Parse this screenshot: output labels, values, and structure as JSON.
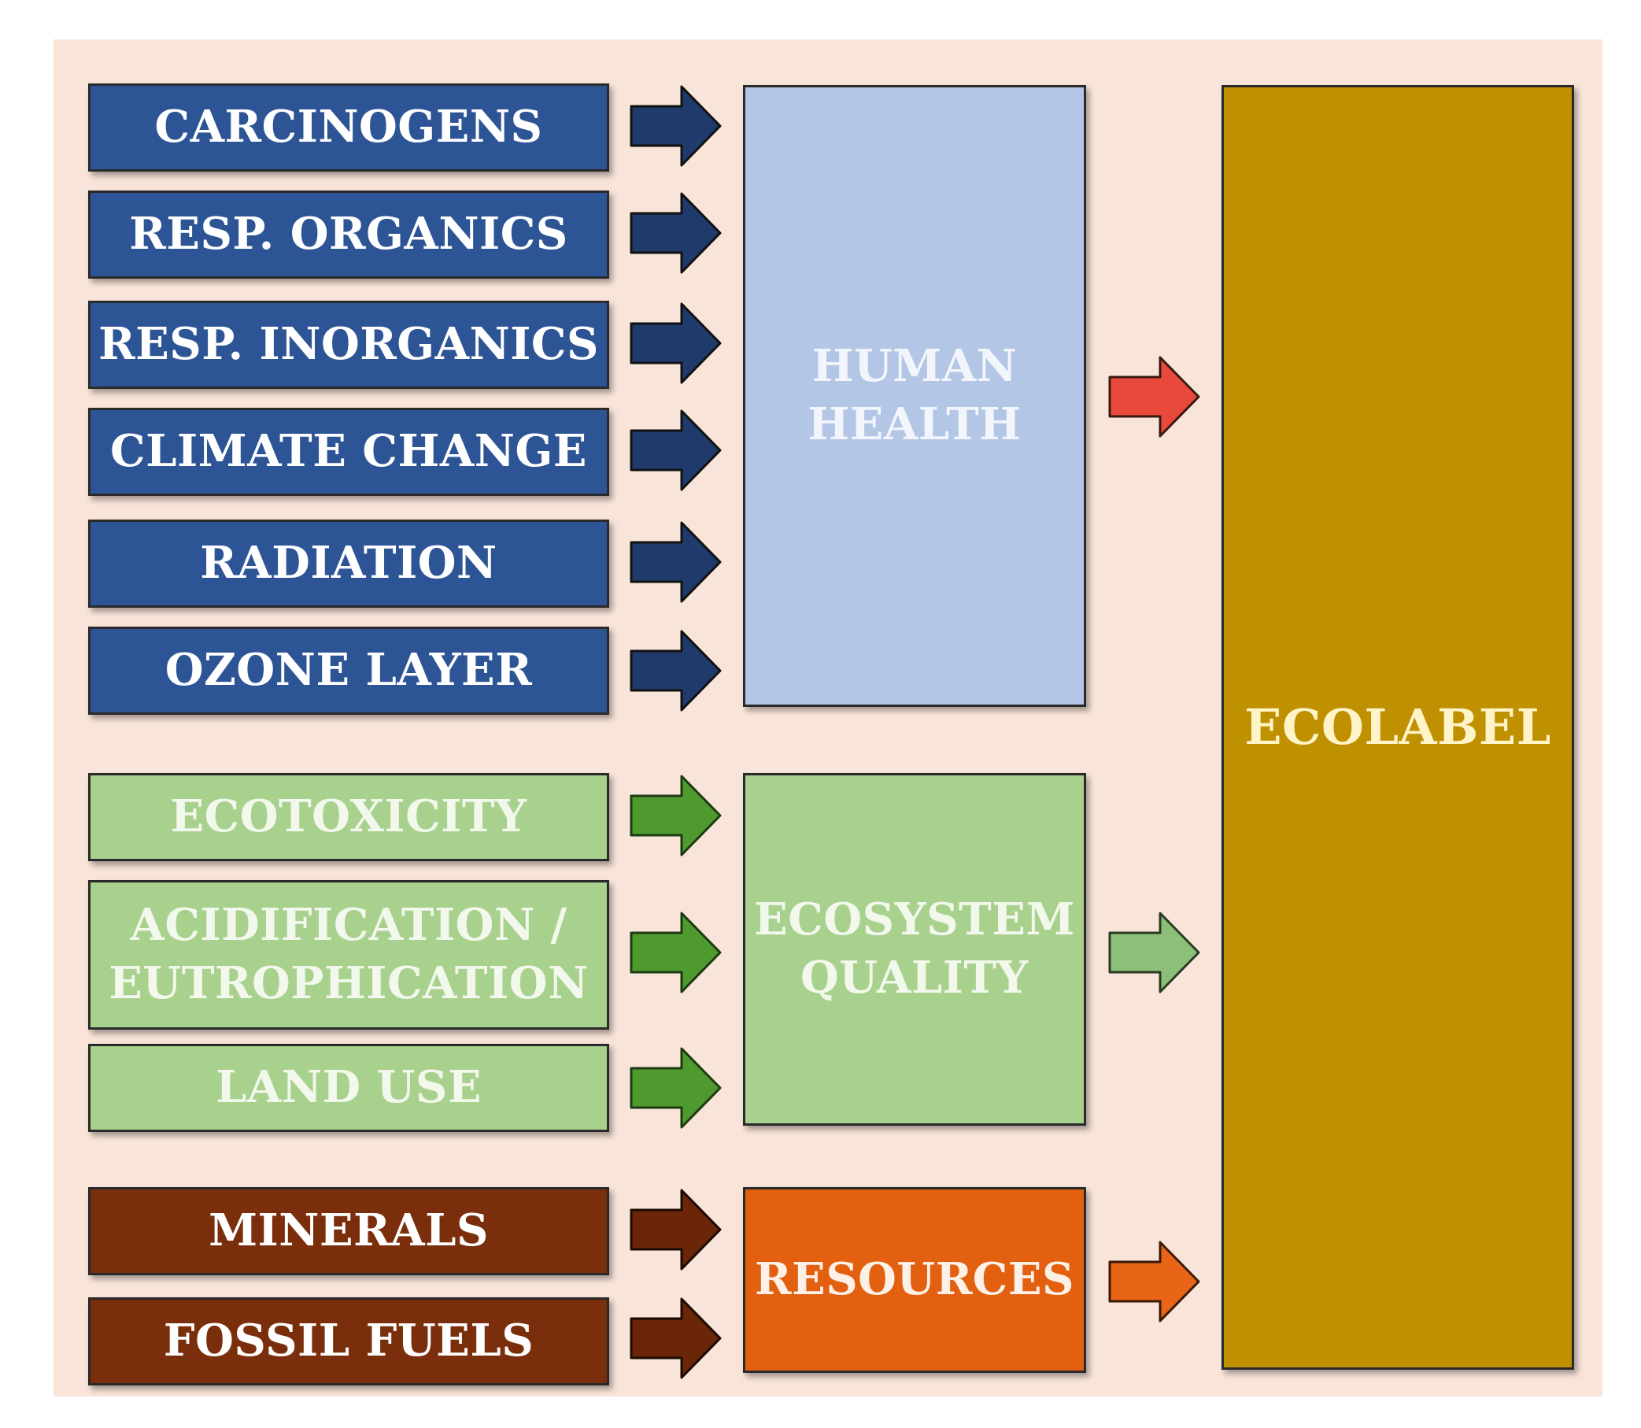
{
  "categories": {
    "carcinogens": "CARCINOGENS",
    "resp_organics": "RESP. ORGANICS",
    "resp_inorganics": "RESP. INORGANICS",
    "climate_change": "CLIMATE CHANGE",
    "radiation": "RADIATION",
    "ozone_layer": "OZONE LAYER",
    "ecotoxicity": "ECOTOXICITY",
    "acidification": "ACIDIFICATION /\nEUTROPHICATION",
    "land_use": "LAND USE",
    "minerals": "MINERALS",
    "fossil_fuels": "FOSSIL FUELS"
  },
  "damage": {
    "human_health": "HUMAN\nHEALTH",
    "ecosystem_quality": "ECOSYSTEM\nQUALITY",
    "resources": "RESOURCES"
  },
  "ecolabel": "ECOLABEL",
  "colors": {
    "background_panel": "#f8e4d8",
    "health_category": "#2d5596",
    "health_arrow": "#1f3a6b",
    "health_box": "#b3c6e6",
    "health_output_arrow": "#e8493a",
    "eco_category": "#a9d18e",
    "eco_arrow": "#4e9a2f",
    "eco_output_arrow": "#8cc07a",
    "resource_category": "#7a2e0c",
    "resource_arrow": "#6b2508",
    "resource_box": "#e2600f",
    "resource_output_arrow": "#e86416",
    "ecolabel_box": "#bf9000"
  },
  "icons": {
    "arrow": "right-block-arrow"
  }
}
